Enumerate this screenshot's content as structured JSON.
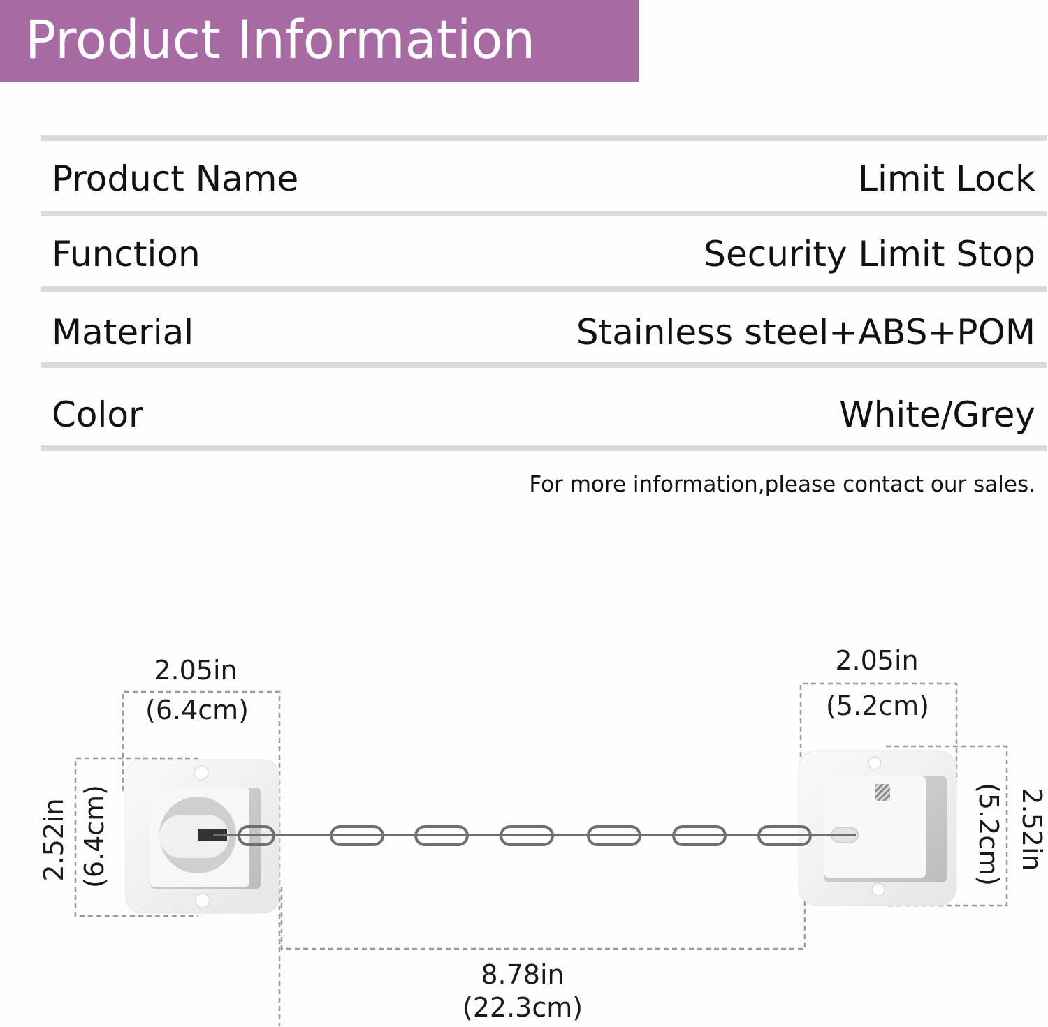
{
  "header": {
    "title": "Product Information",
    "banner_color": "#a86aa2"
  },
  "specs": {
    "rows": [
      {
        "label": "Product Name",
        "value": "Limit Lock"
      },
      {
        "label": "Function",
        "value": "Security Limit Stop"
      },
      {
        "label": "Material",
        "value": "Stainless steel+ABS+POM"
      },
      {
        "label": "Color",
        "value": "White/Grey"
      }
    ],
    "note": "For more information,please contact our sales."
  },
  "diagram": {
    "left_block": {
      "width_in": "2.05in",
      "width_cm": "(6.4cm)",
      "height_in": "2.52in",
      "height_cm": "(6.4cm)"
    },
    "right_block": {
      "width_in": "2.05in",
      "width_cm": "(5.2cm)",
      "height_in": "2.52in",
      "height_cm": "(5.2cm)"
    },
    "chain": {
      "length_in": "8.78in",
      "length_cm": "(22.3cm)",
      "links": 7
    },
    "colors": {
      "chain": "#6f6f6f",
      "plate": "#f4f4f4",
      "dash": "#999999"
    }
  }
}
